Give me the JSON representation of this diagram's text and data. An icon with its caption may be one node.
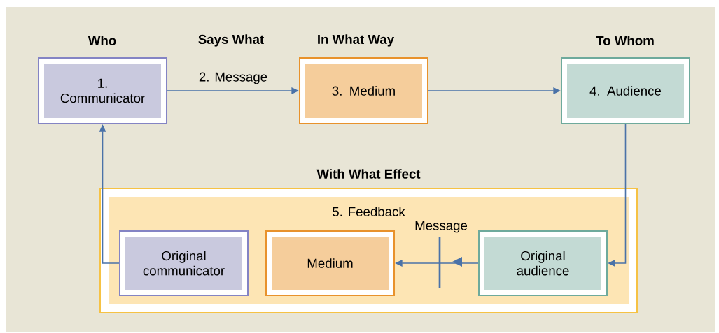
{
  "diagram": {
    "nodes": [
      {
        "text": [
          "1. Communicator"
        ],
        "beside": [
          "Who"
        ]
      },
      {
        "text": [
          "3. Medium"
        ],
        "beside": [
          "In What Way"
        ]
      },
      {
        "text": [
          "4. Audience"
        ],
        "beside": [
          "To Whom"
        ]
      },
      {
        "text": [
          "With What Effect",
          "5. Feedback"
        ]
      },
      {
        "text": [
          "Original communicator"
        ],
        "in": 3
      },
      {
        "text": [
          "Medium"
        ],
        "in": 3
      },
      {
        "text": [
          "Original audience"
        ],
        "in": 3
      }
    ],
    "edges": [
      {
        "from": 0,
        "to": 1,
        "arrow": "to",
        "label": "2. Message"
      },
      {
        "from": 1,
        "to": 2,
        "arrow": "to"
      },
      {
        "from": 2,
        "to": 6,
        "arrow": "to"
      },
      {
        "from": 4,
        "to": 0,
        "arrow": "to"
      },
      {
        "from": 6,
        "to": 5,
        "arrow": "to",
        "label": "Message"
      }
    ],
    "labels": [
      "Says What"
    ]
  }
}
